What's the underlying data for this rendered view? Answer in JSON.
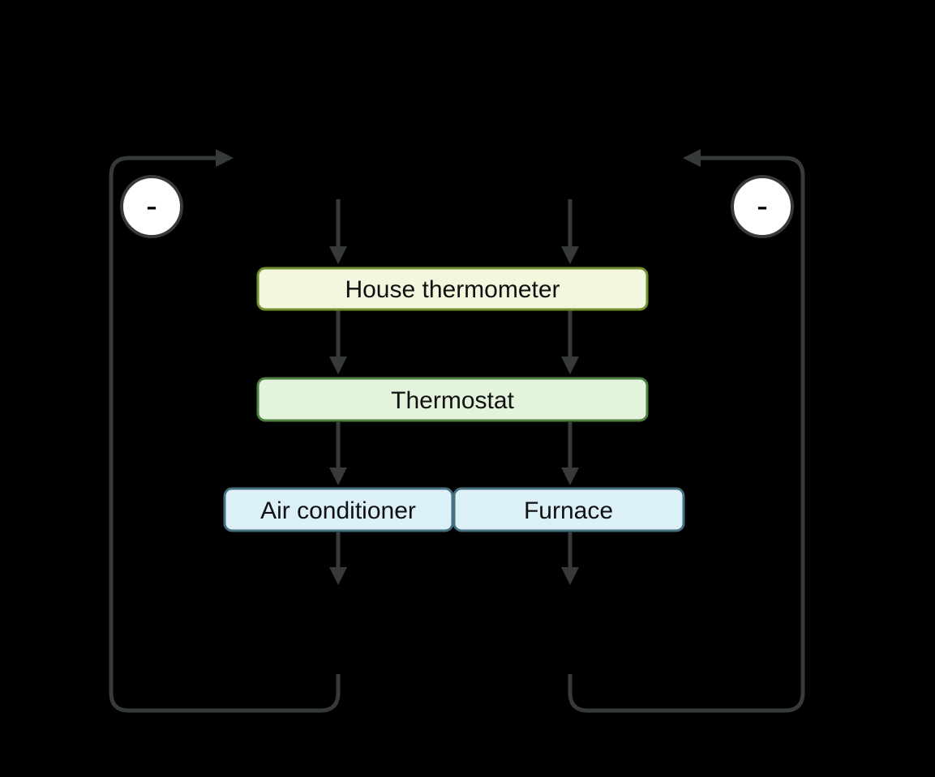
{
  "diagram": {
    "nodes": {
      "house_thermometer": {
        "label": "House thermometer"
      },
      "thermostat": {
        "label": "Thermostat"
      },
      "air_conditioner": {
        "label": "Air conditioner"
      },
      "furnace": {
        "label": "Furnace"
      }
    },
    "feedback": {
      "left_sign": "-",
      "right_sign": "-"
    }
  },
  "colors": {
    "background": "#000000",
    "line": "#373a3b",
    "thermometer-fill": "#f2f7de",
    "thermometer-stroke": "#71902e",
    "thermostat-fill": "#e4f3dc",
    "thermostat-stroke": "#4e8040",
    "hvac-fill": "#dcf0f8",
    "hvac-stroke": "#46707f",
    "node-text": "#111111",
    "sign-circle-fill": "#ffffff",
    "sign-text": "#000000"
  }
}
